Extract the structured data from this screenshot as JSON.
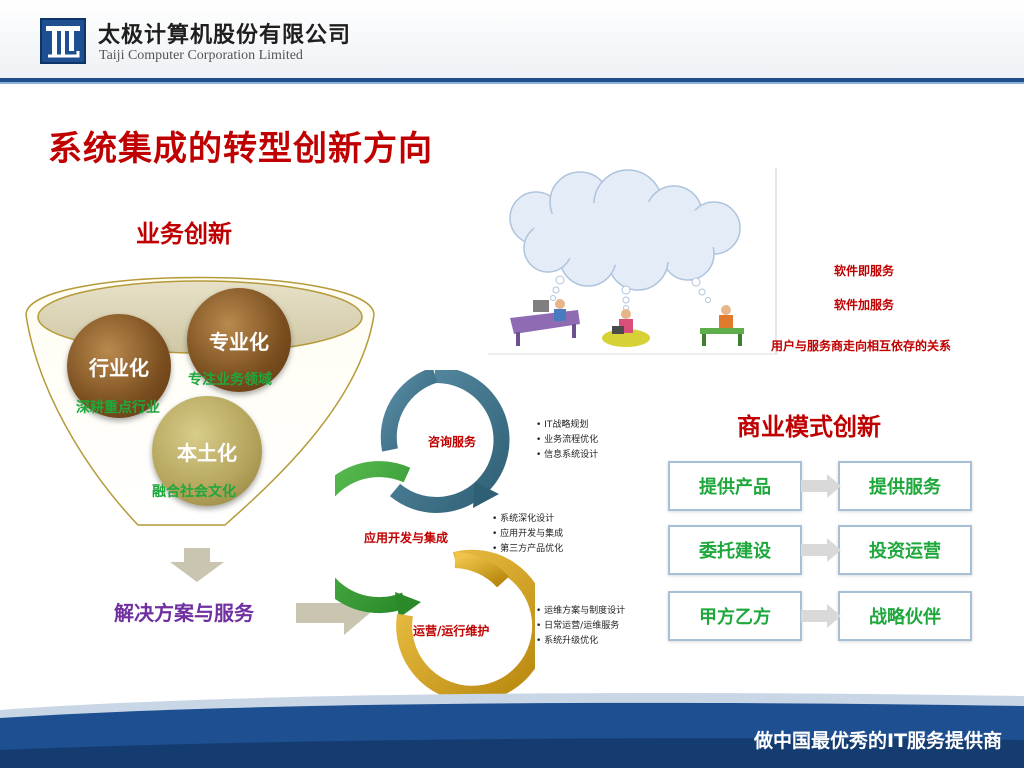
{
  "header": {
    "company_cn": "太极计算机股份有限公司",
    "company_en": "Taiji Computer Corporation Limited"
  },
  "title": "系统集成的转型创新方向",
  "business_innovation": {
    "heading": "业务创新",
    "balls": [
      {
        "label": "专业化",
        "tagline": "专注业务领域"
      },
      {
        "label": "行业化",
        "tagline": "深耕重点行业"
      },
      {
        "label": "本土化",
        "tagline": "融合社会文化"
      }
    ],
    "result": "解决方案与服务"
  },
  "service_cycle": [
    {
      "name": "咨询服务",
      "color": "#3b6f86",
      "items": [
        "IT战略规划",
        "业务流程优化",
        "信息系统设计"
      ]
    },
    {
      "name": "应用开发与集成",
      "color": "#3da83a",
      "items": [
        "系统深化设计",
        "应用开发与集成",
        "第三方产品优化"
      ]
    },
    {
      "name": "运营/运行维护",
      "color": "#d7a21a",
      "items": [
        "运维方案与制度设计",
        "日常运营/运维服务",
        "系统升级优化"
      ]
    }
  ],
  "cloud": {
    "labels": [
      "软件即服务",
      "软件加服务",
      "用户与服务商走向相互依存的关系"
    ]
  },
  "business_model": {
    "heading": "商业模式创新",
    "rows": [
      {
        "from": "提供产品",
        "to": "提供服务"
      },
      {
        "from": "委托建设",
        "to": "投资运营"
      },
      {
        "from": "甲方乙方",
        "to": "战略伙伴"
      }
    ]
  },
  "footer": {
    "slogan": "做中国最优秀的IT服务提供商"
  },
  "colors": {
    "title_red": "#c00000",
    "brand_blue": "#1f4e8c",
    "green_text": "#1ea83c",
    "purple_text": "#7030a0"
  }
}
